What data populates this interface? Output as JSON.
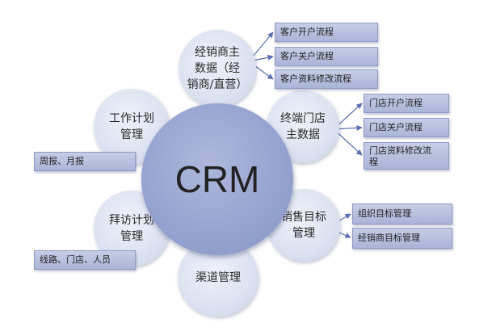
{
  "center": {
    "label": "CRM"
  },
  "nodes": {
    "dealer_master": "经销商主\n数据（经\n销商/直营）",
    "store_master": "终端门店\n主数据",
    "work_plan": "工作计划\n管理",
    "visit_plan": "拜访计划\n管理",
    "sales_target": "销售目标\n管理",
    "channel": "渠道管理"
  },
  "boxes": {
    "customer_open": "客户开户流程",
    "customer_close": "客户关户流程",
    "customer_modify": "客户资料修改流程",
    "store_open": "门店开户流程",
    "store_close": "门店关户流程",
    "store_modify": "门店资料修改流\n程",
    "weekly_monthly": "周报、月报",
    "route_store_staff": "线路、门店、人员",
    "org_target": "组织目标管理",
    "dealer_target": "经销商目标管理"
  },
  "colors": {
    "center_fill": "#95a2cf",
    "node_fill": "#dde3f1",
    "box_fill": "#b4bedd",
    "connector": "#5b6fb0"
  }
}
